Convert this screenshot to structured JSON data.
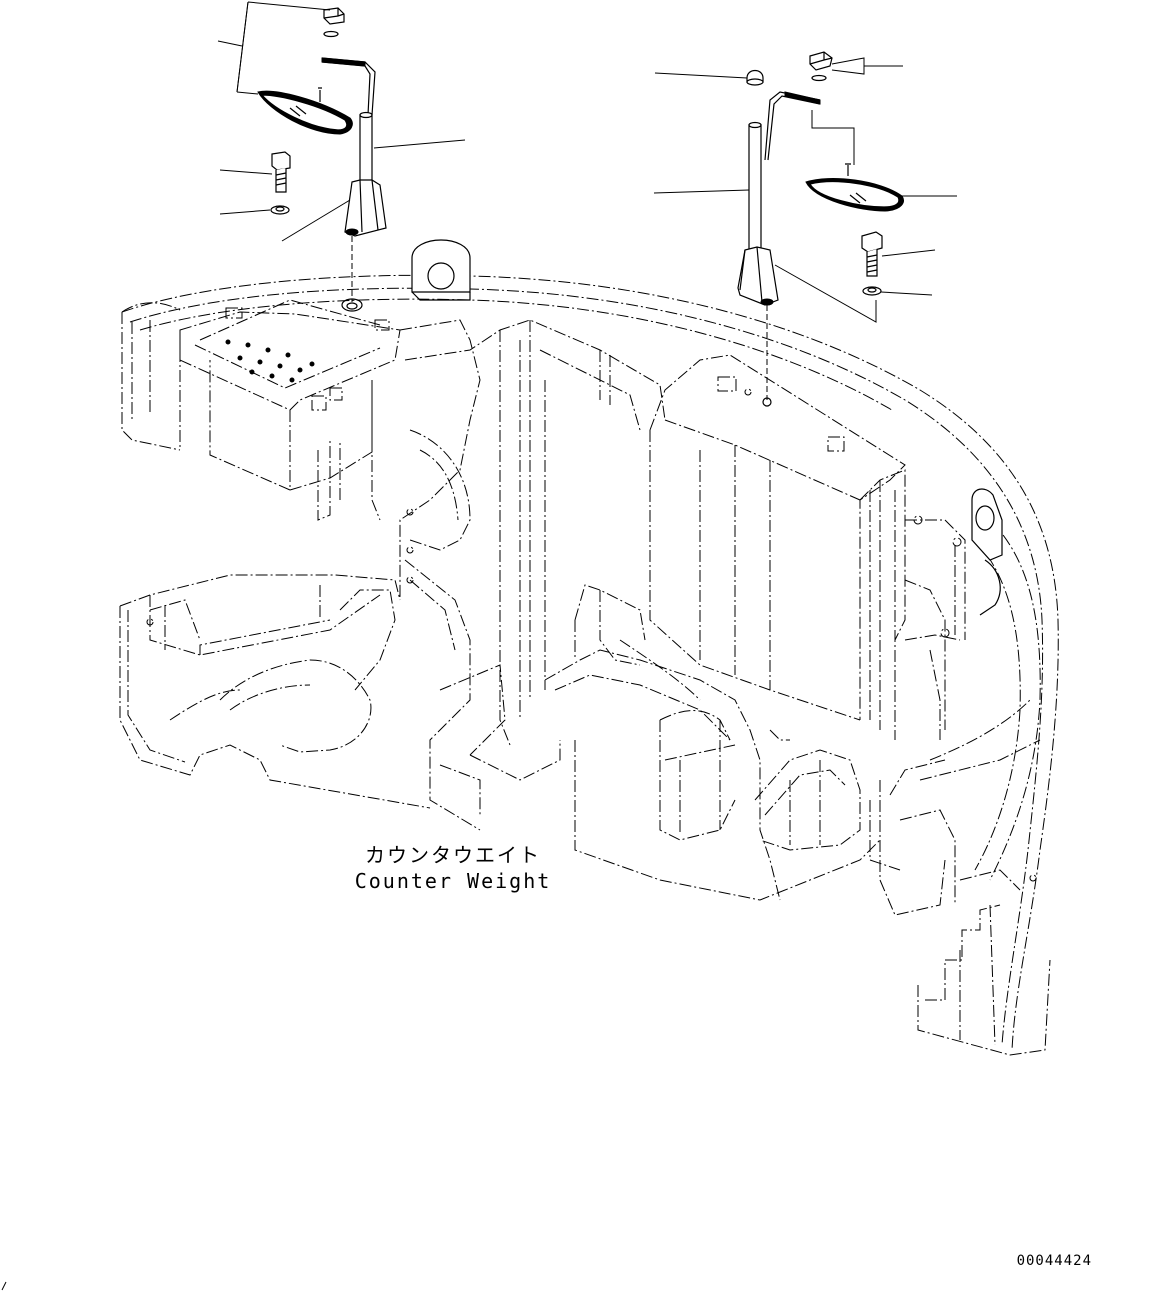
{
  "part_label": {
    "jp": "カウンタウエイト",
    "en": "Counter Weight"
  },
  "drawing_number": "00044424",
  "parts": [
    {
      "name": "nut-icon"
    },
    {
      "name": "washer-icon"
    },
    {
      "name": "bolt-icon"
    },
    {
      "name": "mirror-icon"
    },
    {
      "name": "mirror-stay-icon"
    },
    {
      "name": "cap-icon"
    }
  ]
}
